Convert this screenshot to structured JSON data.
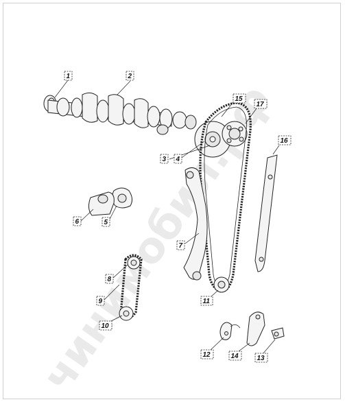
{
  "watermark": "чинимобил.рф",
  "callouts": [
    {
      "id": "c1",
      "label": "1"
    },
    {
      "id": "c2",
      "label": "2"
    },
    {
      "id": "c3",
      "label": "3"
    },
    {
      "id": "c4",
      "label": "4"
    },
    {
      "id": "c5",
      "label": "5"
    },
    {
      "id": "c6",
      "label": "6"
    },
    {
      "id": "c7",
      "label": "7"
    },
    {
      "id": "c8",
      "label": "8"
    },
    {
      "id": "c9",
      "label": "9"
    },
    {
      "id": "c10",
      "label": "10"
    },
    {
      "id": "c11",
      "label": "11"
    },
    {
      "id": "c12",
      "label": "12"
    },
    {
      "id": "c13",
      "label": "13"
    },
    {
      "id": "c14",
      "label": "14"
    },
    {
      "id": "c15",
      "label": "15"
    },
    {
      "id": "c16",
      "label": "16"
    },
    {
      "id": "c17",
      "label": "17"
    }
  ]
}
